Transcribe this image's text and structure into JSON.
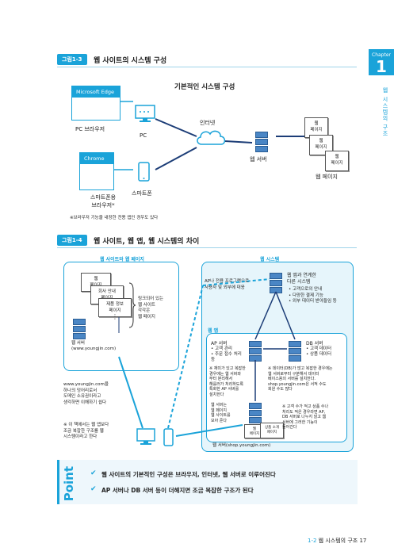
{
  "chapter": {
    "word": "Chapter",
    "number": "1",
    "vertical": "웹 시스템의 구조"
  },
  "fig1": {
    "label": "그림1-3",
    "title": "웹 사이트의 시스템 구성",
    "heading": "기본적인 시스템 구성",
    "browser1": "Microsoft Edge",
    "browser1_caption": "PC 브라우저",
    "browser2": "Chrome",
    "browser2_caption": "스마트폰용\n브라우저*",
    "pc": "PC",
    "smartphone": "스마트폰",
    "internet": "인터넷",
    "webserver": "웹 서버",
    "page": "웹\n페이지",
    "pages_caption": "웹 페이지",
    "note": "※브라우저 기능을 내장한 전용 앱인 경우도 있다"
  },
  "fig2": {
    "label": "그림1-4",
    "title": "웹 사이트, 웹 앱, 웹 시스템의 차이",
    "site_title": "웹 사이트와 웹 페이지",
    "site_pages": [
      "웹\n페이지",
      "회사 안내\n페이지",
      "제품 정보\n페이지"
    ],
    "site_brace_text": "링크되어 있는\n웹 사이트\n각각은\n웹 페이지",
    "site_server": "웹 서버\n(www.youngjin.com)",
    "site_desc": "www.youngjin.com을\n하나의 덩어리로서\n도메인 소유권이라고\n생각하면 이해하기 쉽다",
    "system_title": "웹 시스템",
    "ap_desc": "AP나 전용 프로그램으로\n사용자 및 외부에 대응",
    "ext_title": "웹 앱과 연계한\n다른 시스템",
    "ext_items": [
      "• 고객으로의 안내",
      "• 다양한 결제 기능",
      "• 외부 데이터 받아들임 등"
    ],
    "app_title": "웹 앱",
    "ap_server": "AP 서버",
    "ap_items": "• 고객 관리\n• 주문 접수 처리\n등",
    "db_server": "DB 서버",
    "db_items": "• 고객 데이터\n• 상품 데이터",
    "ap_note": "※ 재미가 있고 복잡한\n경우에는 웹 서버와\n부터 분리해서\n해를러가 처리하도록\n특화한 AP 서버를\n설치한다",
    "db_note": "※ 데이터(DB)가 많고 복잡한 경우에는\n웹 서버로부터 구분해서 데이터\n베이스용의 서버를 설치한다.\nshop.youngjin.com은 서적 수도\n회원 수도 많다",
    "web_desc": "웹 서버는\n웹 페이지\n웹 사이트를\n모아 준다",
    "web_pages": [
      "웹\n페이지",
      "상품 소개\n페이지"
    ],
    "scale_note": "※ 고객 수가 적고 상품 수나\n처리도 적은 경우라면 AP,\nDB 서버로 나누지 않고 웹\n서버에 그러한 기능이\n들어간다",
    "shop_server": "웹 서버(shop.youngjin.com)",
    "client_note": "※ 이 책에서는 웹 앱보다\n조금 복잡한 구조를 웹\n시스템이라고 한다"
  },
  "point": {
    "word": "Point",
    "lines": [
      "웹 사이트의 기본적인 구성은 브라우저, 인터넷, 웹 서버로 이루어진다",
      "AP 서버나 DB 서버 등이 더해지면 조금 복잡한 구조가 된다"
    ]
  },
  "footer": {
    "section": "1-2",
    "title": "웹 시스템의 구조",
    "page": "17"
  }
}
